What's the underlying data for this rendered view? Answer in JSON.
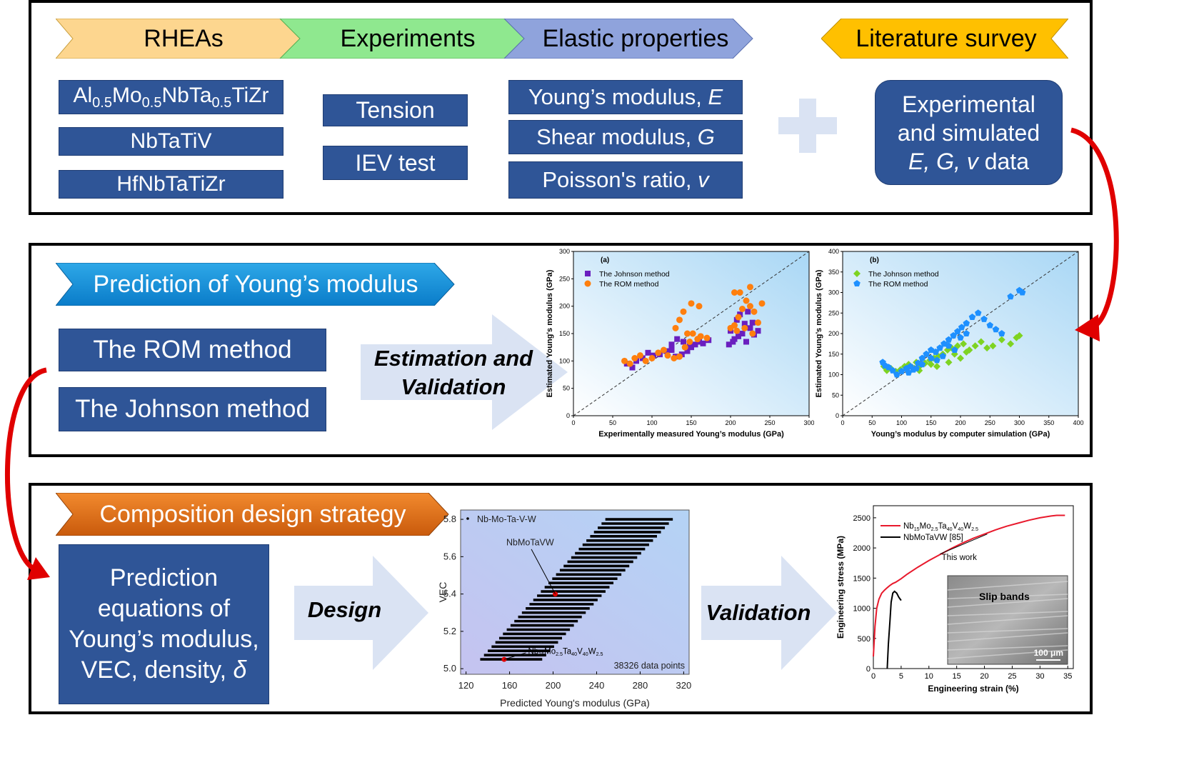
{
  "top": {
    "headers": [
      "RHEAs",
      "Experiments",
      "Elastic properties"
    ],
    "literature": "Literature survey",
    "rheas": {
      "alloy1": {
        "parts": [
          "Al",
          "0.5",
          "Mo",
          "0.5",
          "NbTa",
          "0.5",
          "TiZr"
        ]
      },
      "alloy2": "NbTaTiV",
      "alloy3": "HfNbTaTiZr"
    },
    "experiments": [
      "Tension",
      "IEV test"
    ],
    "props": [
      {
        "label": "Young’s modulus, ",
        "sym": "E"
      },
      {
        "label": "Shear modulus, ",
        "sym": "G"
      },
      {
        "label": "Poisson's ratio, ",
        "sym": "v"
      }
    ],
    "litbox": {
      "line1": "Experimental",
      "line2": "and simulated",
      "line3_sym": "E, G, v",
      "line3_rest": " data"
    }
  },
  "middle": {
    "header": "Prediction of Young’s modulus",
    "methods": [
      "The ROM method",
      "The Johnson method"
    ],
    "arrow_text": [
      "Estimation and",
      "Validation"
    ]
  },
  "bottom": {
    "header": "Composition design strategy",
    "box_lines": [
      "Prediction",
      "equations of",
      "Young’s modulus,",
      "VEC, density, "
    ],
    "box_sym": "δ",
    "design": "Design",
    "validation": "Validation"
  },
  "chart_data": [
    {
      "type": "scatter",
      "panel_label": "(a)",
      "xlabel": "Experimentally measured Young’s modulus (GPa)",
      "ylabel": "Estimated Young's modulus (GPa)",
      "xlim": [
        0,
        300
      ],
      "ylim": [
        0,
        300
      ],
      "xticks": [
        0,
        50,
        100,
        150,
        200,
        250,
        300
      ],
      "yticks": [
        0,
        50,
        100,
        150,
        200,
        250,
        300
      ],
      "series": [
        {
          "name": "The Johnson method",
          "color": "#6a1fbf",
          "marker": "square",
          "points": [
            [
              68,
              95
            ],
            [
              75,
              88
            ],
            [
              80,
              100
            ],
            [
              88,
              105
            ],
            [
              95,
              115
            ],
            [
              102,
              110
            ],
            [
              110,
              112
            ],
            [
              118,
              118
            ],
            [
              125,
              120
            ],
            [
              130,
              108
            ],
            [
              138,
              112
            ],
            [
              145,
              118
            ],
            [
              150,
              125
            ],
            [
              155,
              130
            ],
            [
              160,
              135
            ],
            [
              165,
              132
            ],
            [
              172,
              138
            ],
            [
              125,
              130
            ],
            [
              132,
              140
            ],
            [
              140,
              135
            ],
            [
              148,
              128
            ],
            [
              198,
              130
            ],
            [
              205,
              140
            ],
            [
              210,
              145
            ],
            [
              215,
              150
            ],
            [
              220,
              135
            ],
            [
              225,
              160
            ],
            [
              230,
              148
            ],
            [
              235,
              155
            ],
            [
              208,
              175
            ],
            [
              218,
              168
            ],
            [
              228,
              170
            ],
            [
              212,
              185
            ],
            [
              222,
              190
            ],
            [
              200,
              155
            ],
            [
              203,
              135
            ]
          ]
        },
        {
          "name": "The ROM method",
          "color": "#ff7f0e",
          "marker": "circle",
          "points": [
            [
              65,
              100
            ],
            [
              72,
              95
            ],
            [
              78,
              105
            ],
            [
              85,
              110
            ],
            [
              92,
              100
            ],
            [
              100,
              105
            ],
            [
              108,
              115
            ],
            [
              115,
              120
            ],
            [
              120,
              110
            ],
            [
              128,
              105
            ],
            [
              135,
              108
            ],
            [
              142,
              125
            ],
            [
              148,
              135
            ],
            [
              152,
              150
            ],
            [
              158,
              140
            ],
            [
              162,
              145
            ],
            [
              170,
              142
            ],
            [
              130,
              160
            ],
            [
              135,
              175
            ],
            [
              140,
              190
            ],
            [
              150,
              205
            ],
            [
              160,
              200
            ],
            [
              145,
              150
            ],
            [
              205,
              165
            ],
            [
              210,
              180
            ],
            [
              215,
              195
            ],
            [
              220,
              210
            ],
            [
              225,
              200
            ],
            [
              230,
              190
            ],
            [
              235,
              170
            ],
            [
              240,
              205
            ],
            [
              212,
              225
            ],
            [
              225,
              235
            ],
            [
              205,
              225
            ],
            [
              218,
              160
            ],
            [
              228,
              150
            ],
            [
              200,
              160
            ],
            [
              208,
              155
            ]
          ]
        }
      ]
    },
    {
      "type": "scatter",
      "panel_label": "(b)",
      "xlabel": "Young’s modulus by computer simulation  (GPa)",
      "ylabel": "Estimated Young’s modulus (GPa)",
      "xlim": [
        0,
        400
      ],
      "ylim": [
        0,
        400
      ],
      "xticks": [
        0,
        50,
        100,
        150,
        200,
        250,
        300,
        350,
        400
      ],
      "yticks": [
        0,
        50,
        100,
        150,
        200,
        250,
        300,
        350,
        400
      ],
      "series": [
        {
          "name": "The Johnson method",
          "color": "#7ed321",
          "marker": "diamond",
          "points": [
            [
              70,
              120
            ],
            [
              75,
              110
            ],
            [
              82,
              115
            ],
            [
              90,
              108
            ],
            [
              98,
              112
            ],
            [
              105,
              120
            ],
            [
              112,
              125
            ],
            [
              118,
              118
            ],
            [
              125,
              130
            ],
            [
              132,
              122
            ],
            [
              140,
              128
            ],
            [
              148,
              135
            ],
            [
              155,
              140
            ],
            [
              162,
              145
            ],
            [
              170,
              150
            ],
            [
              178,
              160
            ],
            [
              185,
              165
            ],
            [
              195,
              170
            ],
            [
              205,
              175
            ],
            [
              215,
              160
            ],
            [
              225,
              170
            ],
            [
              235,
              180
            ],
            [
              245,
              165
            ],
            [
              255,
              170
            ],
            [
              270,
              185
            ],
            [
              285,
              175
            ],
            [
              295,
              190
            ],
            [
              300,
              195
            ],
            [
              180,
              130
            ],
            [
              190,
              150
            ],
            [
              200,
              140
            ],
            [
              210,
              155
            ],
            [
              150,
              125
            ],
            [
              160,
              120
            ],
            [
              130,
              110
            ]
          ]
        },
        {
          "name": "The ROM method",
          "color": "#1e90ff",
          "marker": "pentagon",
          "points": [
            [
              68,
              130
            ],
            [
              72,
              122
            ],
            [
              78,
              118
            ],
            [
              85,
              110
            ],
            [
              92,
              100
            ],
            [
              100,
              108
            ],
            [
              108,
              115
            ],
            [
              115,
              120
            ],
            [
              120,
              112
            ],
            [
              128,
              128
            ],
            [
              135,
              140
            ],
            [
              142,
              150
            ],
            [
              150,
              160
            ],
            [
              158,
              155
            ],
            [
              165,
              165
            ],
            [
              172,
              175
            ],
            [
              180,
              185
            ],
            [
              188,
              195
            ],
            [
              195,
              205
            ],
            [
              202,
              215
            ],
            [
              210,
              225
            ],
            [
              220,
              240
            ],
            [
              230,
              250
            ],
            [
              240,
              235
            ],
            [
              250,
              220
            ],
            [
              260,
              210
            ],
            [
              270,
              200
            ],
            [
              285,
              290
            ],
            [
              300,
              305
            ],
            [
              305,
              300
            ],
            [
              150,
              140
            ],
            [
              160,
              135
            ],
            [
              170,
              145
            ],
            [
              180,
              170
            ],
            [
              190,
              160
            ],
            [
              200,
              190
            ],
            [
              210,
              200
            ],
            [
              135,
              125
            ],
            [
              125,
              115
            ],
            [
              112,
              105
            ]
          ]
        }
      ]
    },
    {
      "type": "scatter",
      "legend": "Nb-Mo-Ta-V-W",
      "xlabel": "Predicted Young's modulus (GPa)",
      "ylabel": "VEC",
      "xlim": [
        115,
        325
      ],
      "ylim": [
        4.97,
        5.85
      ],
      "xticks": [
        120,
        160,
        200,
        240,
        280,
        320
      ],
      "yticks": [
        5.0,
        5.2,
        5.4,
        5.6,
        5.8
      ],
      "annotations": [
        {
          "text": "NbMoTaVW",
          "x": 202,
          "y": 5.4
        },
        {
          "text_parts": [
            "Nb",
            "15",
            "Mo",
            "2.5",
            "Ta",
            "40",
            "V",
            "40",
            "W",
            "2.5"
          ],
          "x": 155,
          "y": 5.05
        }
      ],
      "count_label": "38326 data points",
      "band": {
        "vec_start": 5.05,
        "vec_end": 5.8,
        "rows": 34,
        "x_min_start": 133,
        "x_min_end": 248,
        "x_max_start": 190,
        "x_max_end": 310
      }
    },
    {
      "type": "line",
      "xlabel": "Engineering strain (%)",
      "ylabel": "Engineering stress (MPa)",
      "xlim": [
        0,
        36
      ],
      "ylim": [
        0,
        2700
      ],
      "xticks": [
        0,
        5,
        10,
        15,
        20,
        25,
        30,
        35
      ],
      "yticks": [
        0,
        500,
        1000,
        1500,
        2000,
        2500
      ],
      "series": [
        {
          "name_parts": [
            "Nb",
            "15",
            "Mo",
            "2.5",
            "Ta",
            "40",
            "V",
            "40",
            "W",
            "2.5"
          ],
          "color": "#e8192c",
          "points": [
            [
              0,
              200
            ],
            [
              0.3,
              700
            ],
            [
              0.6,
              1000
            ],
            [
              1,
              1150
            ],
            [
              1.5,
              1250
            ],
            [
              2,
              1300
            ],
            [
              2.5,
              1340
            ],
            [
              3,
              1380
            ],
            [
              3.5,
              1410
            ],
            [
              4,
              1430
            ],
            [
              5,
              1490
            ],
            [
              6,
              1560
            ],
            [
              8,
              1680
            ],
            [
              10,
              1790
            ],
            [
              12,
              1890
            ],
            [
              14,
              1990
            ],
            [
              16,
              2080
            ],
            [
              18,
              2160
            ],
            [
              20,
              2230
            ],
            [
              22,
              2300
            ],
            [
              24,
              2360
            ],
            [
              26,
              2410
            ],
            [
              28,
              2460
            ],
            [
              30,
              2500
            ],
            [
              32,
              2530
            ],
            [
              33,
              2540
            ],
            [
              34.5,
              2540
            ]
          ]
        },
        {
          "name": "NbMoTaVW [85]",
          "color": "#000000",
          "points": [
            [
              2.5,
              0
            ],
            [
              2.7,
              400
            ],
            [
              3,
              800
            ],
            [
              3.2,
              1100
            ],
            [
              3.5,
              1250
            ],
            [
              3.8,
              1280
            ],
            [
              4.2,
              1250
            ],
            [
              4.6,
              1180
            ],
            [
              5,
              1130
            ]
          ]
        }
      ],
      "annotation": "This work",
      "inset": {
        "label": "Slip bands",
        "scale": "100 μm"
      }
    }
  ]
}
